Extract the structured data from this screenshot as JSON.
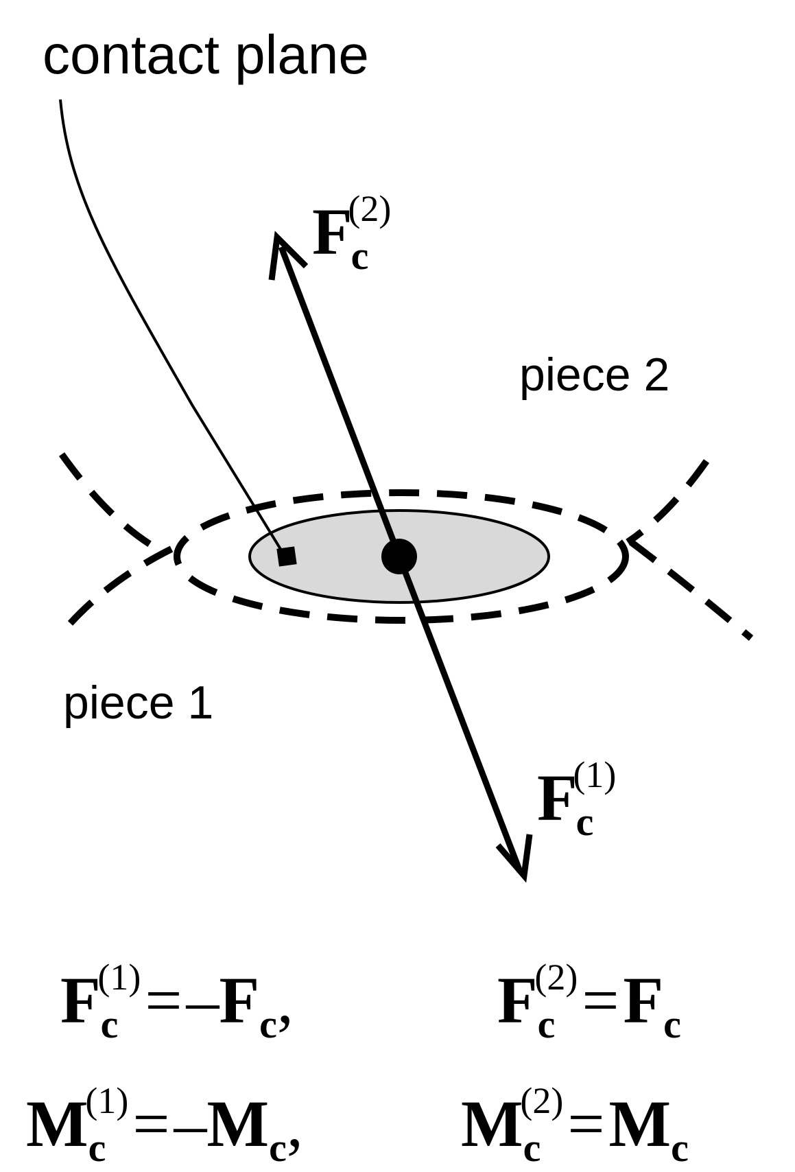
{
  "labels": {
    "contact_plane": "contact plane",
    "piece_2": "piece 2",
    "piece_1": "piece 1"
  },
  "forces": {
    "upper": {
      "symbol": "F",
      "sub": "c",
      "sup": "(2)"
    },
    "lower": {
      "symbol": "F",
      "sub": "c",
      "sup": "(1)"
    }
  },
  "equations": {
    "row1_left": {
      "lhs": "F",
      "lhs_sub": "c",
      "lhs_sup": "(1)",
      "op": "=",
      "sign": "–",
      "rhs": "F",
      "rhs_sub": "c",
      "tail": ","
    },
    "row1_right": {
      "lhs": "F",
      "lhs_sub": "c",
      "lhs_sup": "(2)",
      "op": "=",
      "rhs": "F",
      "rhs_sub": "c"
    },
    "row2_left": {
      "lhs": "M",
      "lhs_sub": "c",
      "lhs_sup": "(1)",
      "op": "=",
      "sign": "–",
      "rhs": "M",
      "rhs_sub": "c",
      "tail": ","
    },
    "row2_right": {
      "lhs": "M",
      "lhs_sub": "c",
      "lhs_sup": "(2)",
      "op": "=",
      "rhs": "M",
      "rhs_sub": "c"
    }
  },
  "colors": {
    "ink": "#000000",
    "contact_fill": "#d9d9d9"
  }
}
